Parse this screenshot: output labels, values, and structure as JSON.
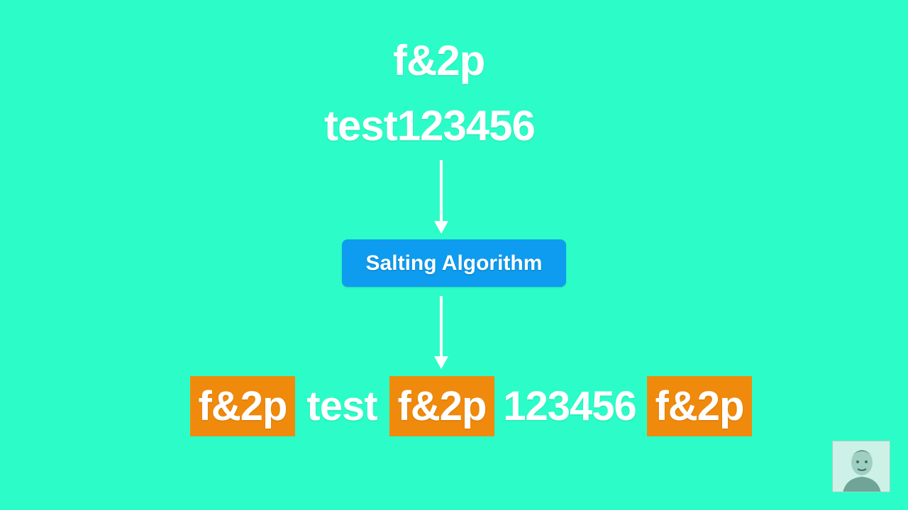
{
  "diagram": {
    "salt": "f&2p",
    "password": "test123456",
    "algorithm_label": "Salting Algorithm",
    "result_segments": [
      {
        "text": "f&2p",
        "highlighted": true
      },
      {
        "text": "test",
        "highlighted": false
      },
      {
        "text": "f&2p",
        "highlighted": true
      },
      {
        "text": "123456",
        "highlighted": false
      },
      {
        "text": "f&2p",
        "highlighted": true
      }
    ]
  },
  "colors": {
    "background": "#2cfdc8",
    "algorithm_box": "#0d9cf0",
    "salt_highlight": "#f08a0c",
    "text": "#ffffff"
  },
  "icons": {
    "avatar": "presenter-avatar"
  }
}
